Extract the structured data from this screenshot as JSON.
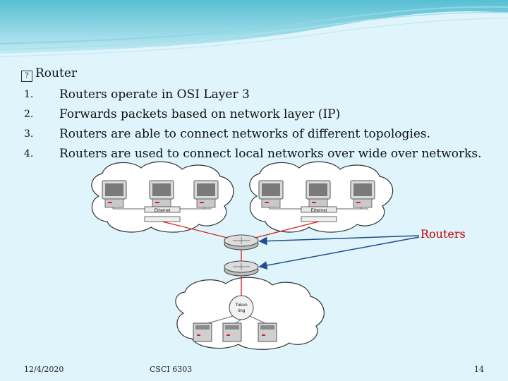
{
  "slide": {
    "heading": "Router",
    "heading_bullet": "?",
    "items": [
      {
        "num": "1.",
        "text": "Routers operate in OSI Layer 3"
      },
      {
        "num": "2.",
        "text": "Forwards packets based on network layer (IP)"
      },
      {
        "num": "3.",
        "text": "Routers are able to connect networks of different topologies."
      },
      {
        "num": "4.",
        "text": "Routers are used to connect local networks over wide over networks."
      }
    ]
  },
  "diagram": {
    "ethernet_label_1": "Ethernet",
    "ethernet_label_2": "Ethernet",
    "token_ring_label_line1": "Token",
    "token_ring_label_line2": "ring",
    "routers_label": "Routers"
  },
  "footer": {
    "date": "12/4/2020",
    "course": "CSCI 6303",
    "page": "14"
  },
  "colors": {
    "background": "#dff4fb",
    "accent_teal": "#5ec4d6",
    "router_link_red": "#d62020",
    "arrow_blue": "#1f4e8c",
    "routers_label": "#c00000"
  },
  "icons": [
    "router-icon",
    "computer-icon",
    "server-icon",
    "hub-icon",
    "cloud-icon",
    "bullet-icon"
  ]
}
